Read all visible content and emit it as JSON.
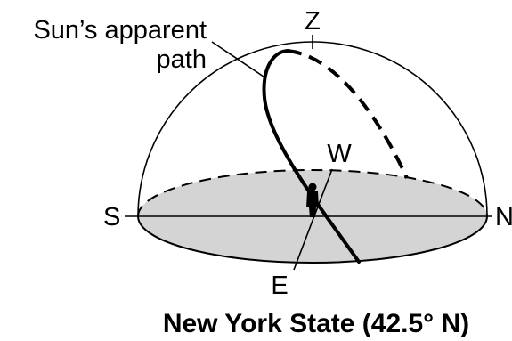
{
  "diagram": {
    "callout_line1": "Sun’s apparent",
    "callout_line2": "path",
    "zenith_label": "Z",
    "west_label": "W",
    "south_label": "S",
    "north_label": "N",
    "east_label": "E",
    "caption": "New York State (42.5° N)"
  },
  "colors": {
    "horizon_fill": "#d4d4d4",
    "lines": "#000000"
  }
}
